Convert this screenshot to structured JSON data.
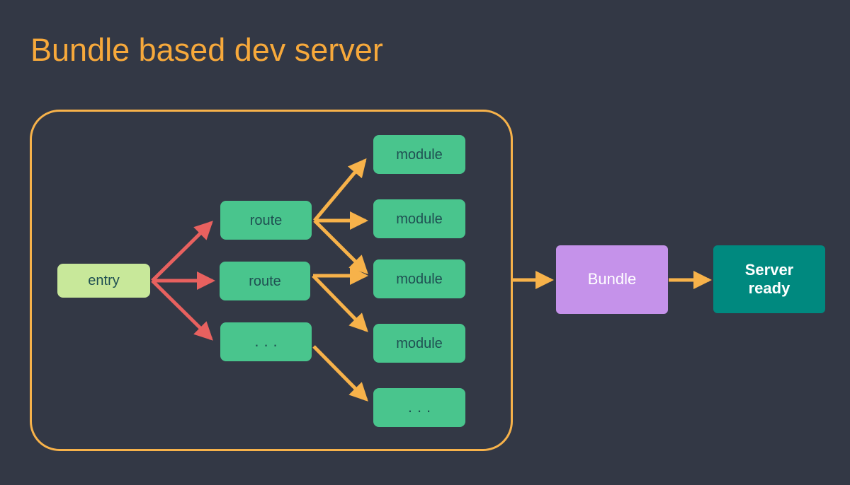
{
  "page": {
    "title": "Bundle based dev server",
    "background_color": "#333845"
  },
  "colors": {
    "title": "#f7a93b",
    "group_border": "#f7b24a",
    "entry_fill": "#c8e89a",
    "node_fill": "#49c58d",
    "node_text": "#1f4f52",
    "bundle_fill": "#c592ea",
    "server_fill": "#00897f",
    "arrow_red": "#e8615f",
    "arrow_orange": "#f7b24a"
  },
  "diagram": {
    "group_label": "",
    "nodes": {
      "entry": {
        "label": "entry",
        "kind": "entry"
      },
      "route_1": {
        "label": "route",
        "kind": "route"
      },
      "route_2": {
        "label": "route",
        "kind": "route"
      },
      "route_3": {
        "label": "...",
        "kind": "route-ellipsis"
      },
      "module_1": {
        "label": "module",
        "kind": "module"
      },
      "module_2": {
        "label": "module",
        "kind": "module"
      },
      "module_3": {
        "label": "module",
        "kind": "module"
      },
      "module_4": {
        "label": "module",
        "kind": "module"
      },
      "module_5": {
        "label": "...",
        "kind": "module-ellipsis"
      },
      "bundle": {
        "label": "Bundle",
        "kind": "bundle"
      },
      "server": {
        "label": "Server\nready",
        "kind": "server"
      }
    },
    "edges": [
      {
        "from": "entry",
        "to": "route_1",
        "color": "#e8615f"
      },
      {
        "from": "entry",
        "to": "route_2",
        "color": "#e8615f"
      },
      {
        "from": "entry",
        "to": "route_3",
        "color": "#e8615f"
      },
      {
        "from": "route_1",
        "to": "module_1",
        "color": "#f7b24a"
      },
      {
        "from": "route_1",
        "to": "module_2",
        "color": "#f7b24a"
      },
      {
        "from": "route_1",
        "to": "module_3",
        "color": "#f7b24a"
      },
      {
        "from": "route_2",
        "to": "module_3",
        "color": "#f7b24a"
      },
      {
        "from": "route_2",
        "to": "module_4",
        "color": "#f7b24a"
      },
      {
        "from": "route_3",
        "to": "module_5",
        "color": "#f7b24a"
      },
      {
        "from": "group",
        "to": "bundle",
        "color": "#f7b24a"
      },
      {
        "from": "bundle",
        "to": "server",
        "color": "#f7b24a"
      }
    ]
  }
}
